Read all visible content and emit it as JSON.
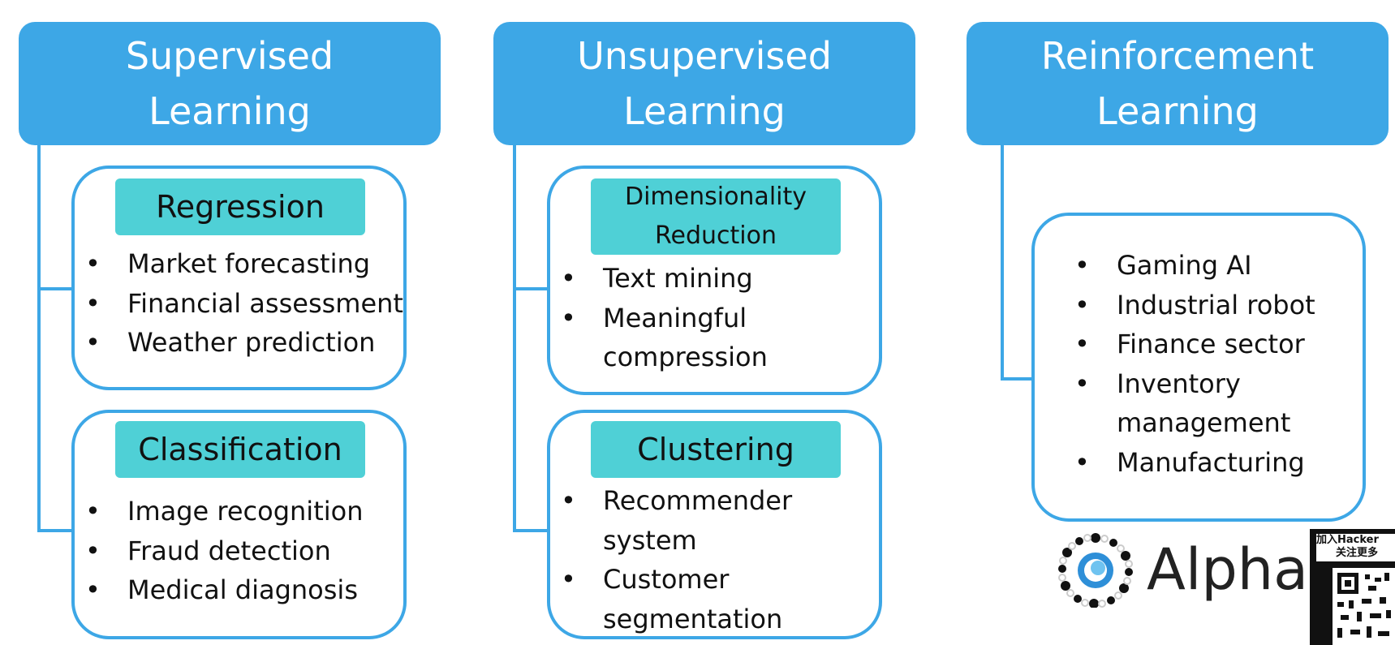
{
  "columns": [
    {
      "title": [
        "Supervised",
        "Learning"
      ],
      "groups": [
        {
          "heading": [
            "Regression"
          ],
          "items": [
            "Market forecasting",
            "Financial assessment",
            "Weather prediction"
          ]
        },
        {
          "heading": [
            "Classification"
          ],
          "items": [
            "Image recognition",
            "Fraud detection",
            "Medical diagnosis"
          ]
        }
      ]
    },
    {
      "title": [
        "Unsupervised",
        "Learning"
      ],
      "groups": [
        {
          "heading": [
            "Dimensionality",
            "Reduction"
          ],
          "items": [
            "Text mining",
            "Meaningful",
            "compression"
          ]
        },
        {
          "heading": [
            "Clustering"
          ],
          "items": [
            "Recommender",
            "system",
            "Customer",
            "segmentation"
          ]
        }
      ]
    },
    {
      "title": [
        "Reinforcement",
        "Learning"
      ],
      "groups": [
        {
          "heading": [],
          "items": [
            "Gaming AI",
            "Industrial robot",
            "Finance sector",
            "Inventory",
            "management",
            "Manufacturing"
          ]
        }
      ]
    }
  ],
  "logo": {
    "text": "AlphaGo",
    "icon": "alphago-ring-logo"
  },
  "qr_overlay": {
    "line1": "加入Hacker",
    "line2": "关注更多",
    "icon": "qr-code"
  },
  "colors": {
    "header": "#3da7e6",
    "subheading": "#4fd0d6",
    "border": "#3da7e6"
  }
}
